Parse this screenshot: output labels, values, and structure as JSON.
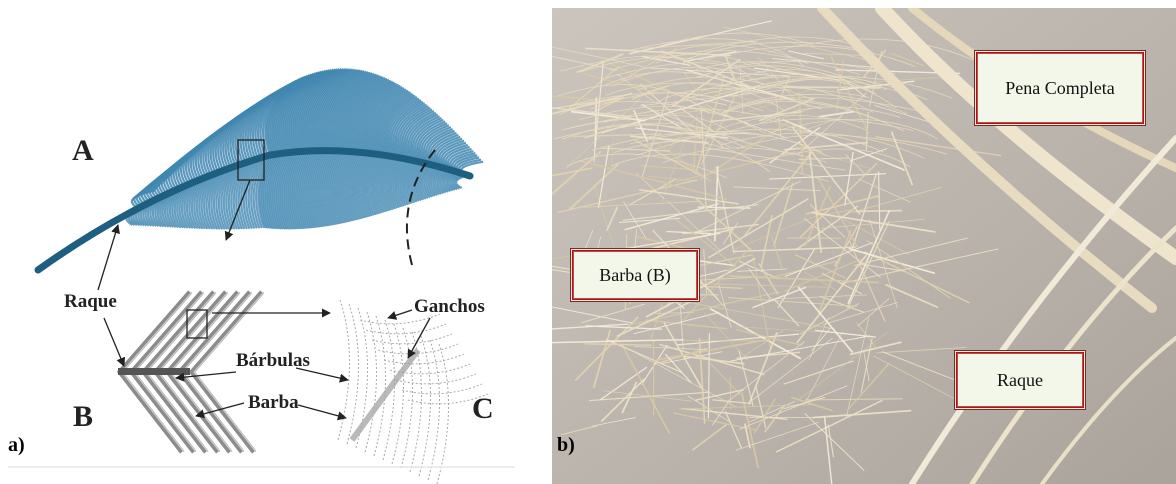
{
  "panel_a": {
    "tag": "a)",
    "labels": {
      "a": "A",
      "b": "B",
      "c": "C",
      "raque": "Raque",
      "ganchos": "Ganchos",
      "barbulas": "Bárbulas",
      "barba": "Barba"
    }
  },
  "panel_b": {
    "tag": "b)",
    "callouts": {
      "pena_completa": "Pena Completa",
      "barba_b": "Barba (B)",
      "raque": "Raque"
    }
  },
  "colors": {
    "feather_blue": "#3f86b0",
    "rachis_dark": "#1e5f80",
    "callout_border": "#9b1b1b",
    "callout_fill": "#f3f7ea",
    "photo_background": "#bdb6ae",
    "fiber_color": "#efe3c8"
  }
}
